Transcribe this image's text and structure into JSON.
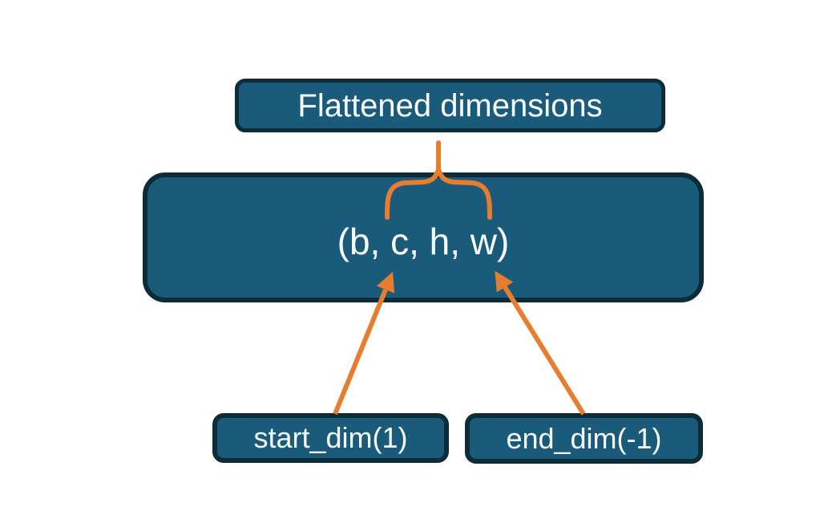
{
  "diagram": {
    "nodes": {
      "flattened": {
        "label": "Flattened dimensions"
      },
      "tensor": {
        "label": "(b, c, h, w)"
      },
      "start_dim": {
        "label": "start_dim(1)"
      },
      "end_dim": {
        "label": "end_dim(-1)"
      }
    },
    "colors": {
      "box_fill": "#1a5b7c",
      "box_border": "#0d2c3a",
      "accent_orange": "#e87d2f",
      "label_text": "#fafdfe",
      "background": "#ffffff"
    }
  }
}
